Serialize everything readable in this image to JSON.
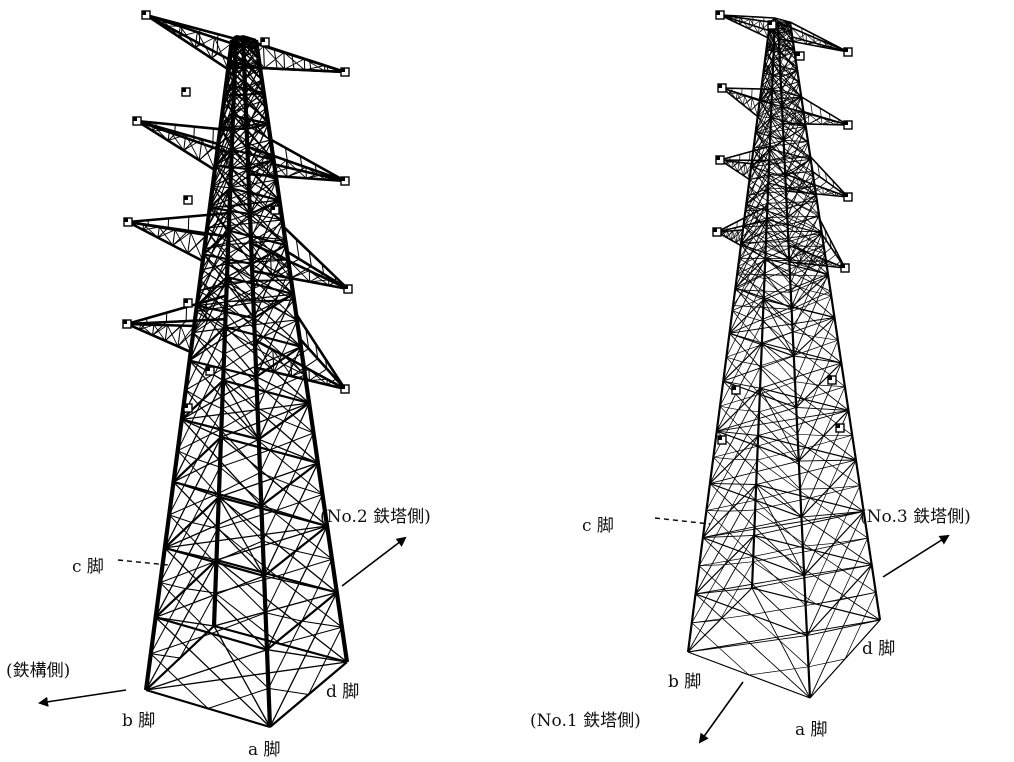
{
  "diagram": {
    "ink_color": "#000000",
    "background_color": "#ffffff",
    "left_tower": {
      "leg_labels": {
        "a": "a 脚",
        "b": "b 脚",
        "c": "c 脚",
        "d": "d 脚"
      },
      "direction_labels": {
        "toward_no2": "(No.2 鉄塔側)",
        "toward_structure": "(鉄構側)"
      }
    },
    "right_tower": {
      "leg_labels": {
        "a": "a 脚",
        "b": "b 脚",
        "c": "c 脚",
        "d": "d 脚"
      },
      "direction_labels": {
        "toward_no3": "(No.3 鉄塔側)",
        "toward_no1": "(No.1 鉄塔側)"
      }
    }
  }
}
